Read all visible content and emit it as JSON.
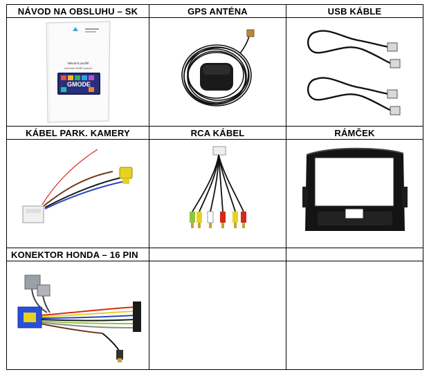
{
  "table": {
    "rows": [
      {
        "headers": [
          "NÁVOD NA OBSLUHU – SK",
          "GPS ANTÉNA",
          "USB KÁBLE"
        ],
        "icons": [
          "manual-booklet-image",
          "gps-antenna-image",
          "usb-cables-image"
        ]
      },
      {
        "headers": [
          "KÁBEL PARK. KAMERY",
          "RCA KÁBEL",
          "RÁMČEK"
        ],
        "icons": [
          "parking-camera-cable-image",
          "rca-cable-image",
          "dash-frame-image"
        ]
      },
      {
        "headers": [
          "KONEKTOR HONDA – 16 PIN",
          "",
          ""
        ],
        "icons": [
          "honda-16pin-connector-image",
          "",
          ""
        ]
      }
    ]
  },
  "manual": {
    "title": "Návod k použití",
    "subtitle": "Autorádio 9608E Android",
    "logo_text": "GMODE"
  }
}
